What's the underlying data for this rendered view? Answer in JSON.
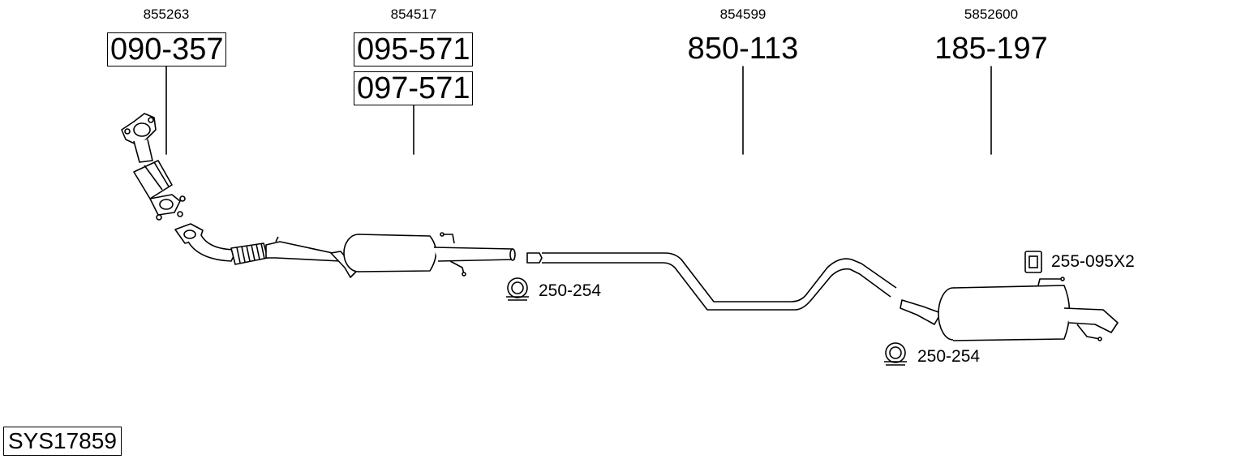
{
  "system_code": "SYS17859",
  "parts": [
    {
      "oe_ref": "855263",
      "part_numbers": [
        "090-357"
      ],
      "name": "front-pipe-catalyst"
    },
    {
      "oe_ref": "854517",
      "part_numbers": [
        "095-571",
        "097-571"
      ],
      "name": "front-silencer"
    },
    {
      "oe_ref": "854599",
      "part_numbers": [
        "850-113"
      ],
      "name": "middle-pipe"
    },
    {
      "oe_ref": "5852600",
      "part_numbers": [
        "185-197"
      ],
      "name": "rear-silencer"
    }
  ],
  "accessories": [
    {
      "code": "250-254",
      "name": "clamp-front"
    },
    {
      "code": "250-254",
      "name": "clamp-rear"
    },
    {
      "code": "255-095X2",
      "name": "rubber-mount"
    }
  ]
}
